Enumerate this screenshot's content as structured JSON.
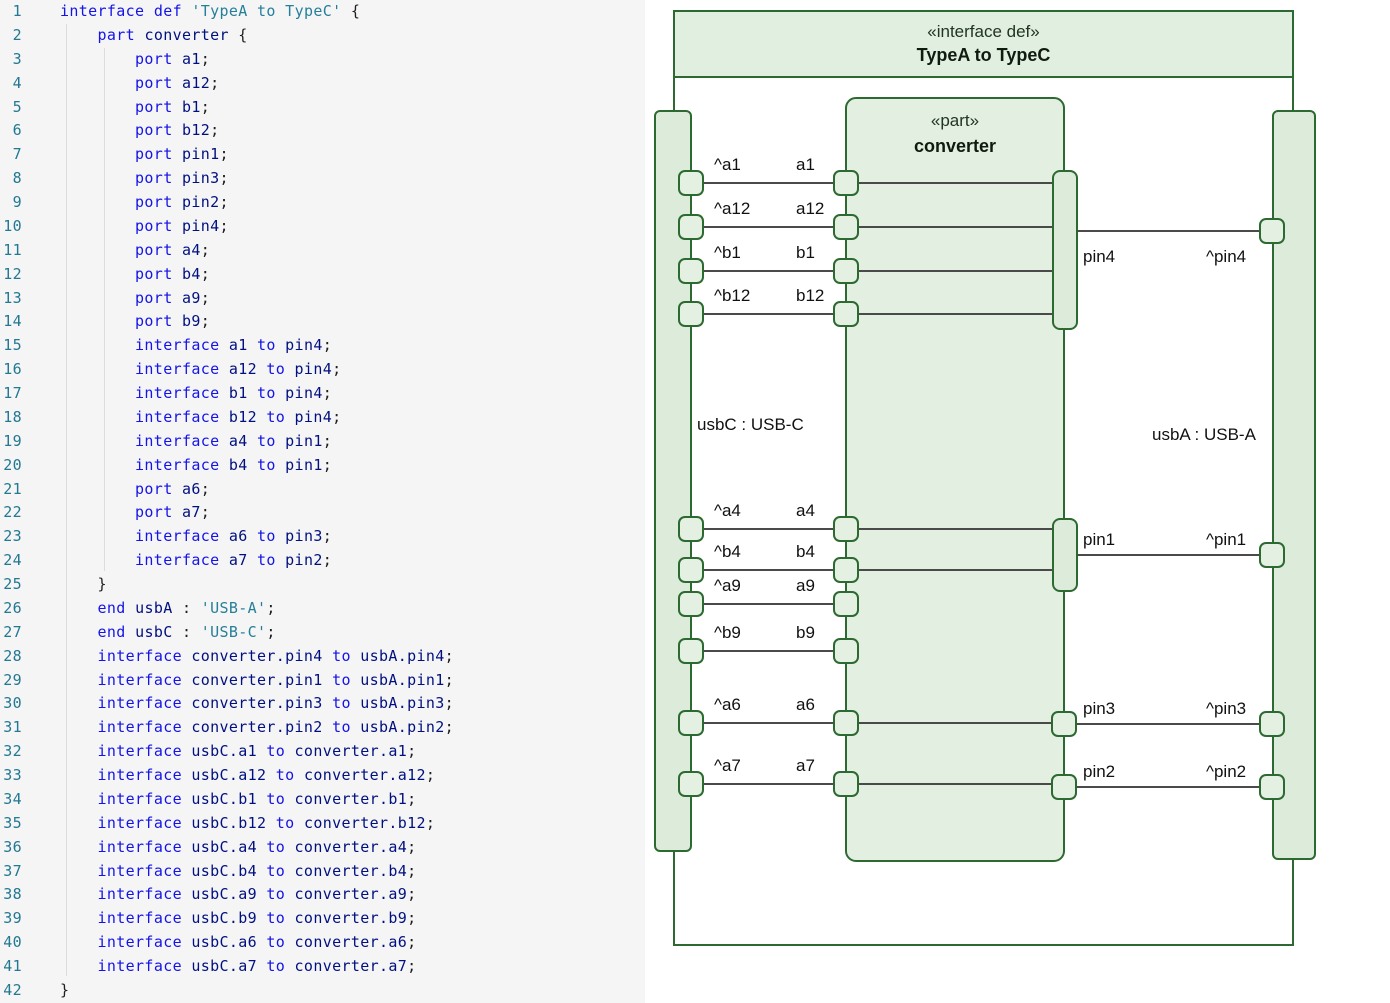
{
  "editor": {
    "language_hint": "sysml-like interface definition",
    "lines": [
      {
        "n": "1",
        "seg": [
          [
            "kw",
            "interface"
          ],
          [
            "pu",
            " "
          ],
          [
            "kw",
            "def"
          ],
          [
            "pu",
            " "
          ],
          [
            "str",
            "'TypeA to TypeC'"
          ],
          [
            "pu",
            " {"
          ]
        ]
      },
      {
        "n": "2",
        "seg": [
          [
            "pu",
            "    "
          ],
          [
            "kw",
            "part"
          ],
          [
            "id",
            " converter"
          ],
          [
            "pu",
            " {"
          ]
        ]
      },
      {
        "n": "3",
        "seg": [
          [
            "pu",
            "        "
          ],
          [
            "kw",
            "port"
          ],
          [
            "id",
            " a1"
          ],
          [
            "pu",
            ";"
          ]
        ]
      },
      {
        "n": "4",
        "seg": [
          [
            "pu",
            "        "
          ],
          [
            "kw",
            "port"
          ],
          [
            "id",
            " a12"
          ],
          [
            "pu",
            ";"
          ]
        ]
      },
      {
        "n": "5",
        "seg": [
          [
            "pu",
            "        "
          ],
          [
            "kw",
            "port"
          ],
          [
            "id",
            " b1"
          ],
          [
            "pu",
            ";"
          ]
        ]
      },
      {
        "n": "6",
        "seg": [
          [
            "pu",
            "        "
          ],
          [
            "kw",
            "port"
          ],
          [
            "id",
            " b12"
          ],
          [
            "pu",
            ";"
          ]
        ]
      },
      {
        "n": "7",
        "seg": [
          [
            "pu",
            "        "
          ],
          [
            "kw",
            "port"
          ],
          [
            "id",
            " pin1"
          ],
          [
            "pu",
            ";"
          ]
        ]
      },
      {
        "n": "8",
        "seg": [
          [
            "pu",
            "        "
          ],
          [
            "kw",
            "port"
          ],
          [
            "id",
            " pin3"
          ],
          [
            "pu",
            ";"
          ]
        ]
      },
      {
        "n": "9",
        "seg": [
          [
            "pu",
            "        "
          ],
          [
            "kw",
            "port"
          ],
          [
            "id",
            " pin2"
          ],
          [
            "pu",
            ";"
          ]
        ]
      },
      {
        "n": "10",
        "seg": [
          [
            "pu",
            "        "
          ],
          [
            "kw",
            "port"
          ],
          [
            "id",
            " pin4"
          ],
          [
            "pu",
            ";"
          ]
        ]
      },
      {
        "n": "11",
        "seg": [
          [
            "pu",
            "        "
          ],
          [
            "kw",
            "port"
          ],
          [
            "id",
            " a4"
          ],
          [
            "pu",
            ";"
          ]
        ]
      },
      {
        "n": "12",
        "seg": [
          [
            "pu",
            "        "
          ],
          [
            "kw",
            "port"
          ],
          [
            "id",
            " b4"
          ],
          [
            "pu",
            ";"
          ]
        ]
      },
      {
        "n": "13",
        "seg": [
          [
            "pu",
            "        "
          ],
          [
            "kw",
            "port"
          ],
          [
            "id",
            " a9"
          ],
          [
            "pu",
            ";"
          ]
        ]
      },
      {
        "n": "14",
        "seg": [
          [
            "pu",
            "        "
          ],
          [
            "kw",
            "port"
          ],
          [
            "id",
            " b9"
          ],
          [
            "pu",
            ";"
          ]
        ]
      },
      {
        "n": "15",
        "seg": [
          [
            "pu",
            "        "
          ],
          [
            "kw",
            "interface"
          ],
          [
            "id",
            " a1"
          ],
          [
            "kw",
            " to"
          ],
          [
            "id",
            " pin4"
          ],
          [
            "pu",
            ";"
          ]
        ]
      },
      {
        "n": "16",
        "seg": [
          [
            "pu",
            "        "
          ],
          [
            "kw",
            "interface"
          ],
          [
            "id",
            " a12"
          ],
          [
            "kw",
            " to"
          ],
          [
            "id",
            " pin4"
          ],
          [
            "pu",
            ";"
          ]
        ]
      },
      {
        "n": "17",
        "seg": [
          [
            "pu",
            "        "
          ],
          [
            "kw",
            "interface"
          ],
          [
            "id",
            " b1"
          ],
          [
            "kw",
            " to"
          ],
          [
            "id",
            " pin4"
          ],
          [
            "pu",
            ";"
          ]
        ]
      },
      {
        "n": "18",
        "seg": [
          [
            "pu",
            "        "
          ],
          [
            "kw",
            "interface"
          ],
          [
            "id",
            " b12"
          ],
          [
            "kw",
            " to"
          ],
          [
            "id",
            " pin4"
          ],
          [
            "pu",
            ";"
          ]
        ]
      },
      {
        "n": "19",
        "seg": [
          [
            "pu",
            "        "
          ],
          [
            "kw",
            "interface"
          ],
          [
            "id",
            " a4"
          ],
          [
            "kw",
            " to"
          ],
          [
            "id",
            " pin1"
          ],
          [
            "pu",
            ";"
          ]
        ]
      },
      {
        "n": "20",
        "seg": [
          [
            "pu",
            "        "
          ],
          [
            "kw",
            "interface"
          ],
          [
            "id",
            " b4"
          ],
          [
            "kw",
            " to"
          ],
          [
            "id",
            " pin1"
          ],
          [
            "pu",
            ";"
          ]
        ]
      },
      {
        "n": "21",
        "seg": [
          [
            "pu",
            "        "
          ],
          [
            "kw",
            "port"
          ],
          [
            "id",
            " a6"
          ],
          [
            "pu",
            ";"
          ]
        ]
      },
      {
        "n": "22",
        "seg": [
          [
            "pu",
            "        "
          ],
          [
            "kw",
            "port"
          ],
          [
            "id",
            " a7"
          ],
          [
            "pu",
            ";"
          ]
        ]
      },
      {
        "n": "23",
        "seg": [
          [
            "pu",
            "        "
          ],
          [
            "kw",
            "interface"
          ],
          [
            "id",
            " a6"
          ],
          [
            "kw",
            " to"
          ],
          [
            "id",
            " pin3"
          ],
          [
            "pu",
            ";"
          ]
        ]
      },
      {
        "n": "24",
        "seg": [
          [
            "pu",
            "        "
          ],
          [
            "kw",
            "interface"
          ],
          [
            "id",
            " a7"
          ],
          [
            "kw",
            " to"
          ],
          [
            "id",
            " pin2"
          ],
          [
            "pu",
            ";"
          ]
        ]
      },
      {
        "n": "25",
        "seg": [
          [
            "pu",
            "    }"
          ]
        ]
      },
      {
        "n": "26",
        "seg": [
          [
            "pu",
            "    "
          ],
          [
            "kw",
            "end"
          ],
          [
            "id",
            " usbA"
          ],
          [
            "pu",
            " : "
          ],
          [
            "str",
            "'USB-A'"
          ],
          [
            "pu",
            ";"
          ]
        ]
      },
      {
        "n": "27",
        "seg": [
          [
            "pu",
            "    "
          ],
          [
            "kw",
            "end"
          ],
          [
            "id",
            " usbC"
          ],
          [
            "pu",
            " : "
          ],
          [
            "str",
            "'USB-C'"
          ],
          [
            "pu",
            ";"
          ]
        ]
      },
      {
        "n": "28",
        "seg": [
          [
            "pu",
            "    "
          ],
          [
            "kw",
            "interface"
          ],
          [
            "id",
            " converter.pin4"
          ],
          [
            "kw",
            " to"
          ],
          [
            "id",
            " usbA.pin4"
          ],
          [
            "pu",
            ";"
          ]
        ]
      },
      {
        "n": "29",
        "seg": [
          [
            "pu",
            "    "
          ],
          [
            "kw",
            "interface"
          ],
          [
            "id",
            " converter.pin1"
          ],
          [
            "kw",
            " to"
          ],
          [
            "id",
            " usbA.pin1"
          ],
          [
            "pu",
            ";"
          ]
        ]
      },
      {
        "n": "30",
        "seg": [
          [
            "pu",
            "    "
          ],
          [
            "kw",
            "interface"
          ],
          [
            "id",
            " converter.pin3"
          ],
          [
            "kw",
            " to"
          ],
          [
            "id",
            " usbA.pin3"
          ],
          [
            "pu",
            ";"
          ]
        ]
      },
      {
        "n": "31",
        "seg": [
          [
            "pu",
            "    "
          ],
          [
            "kw",
            "interface"
          ],
          [
            "id",
            " converter.pin2"
          ],
          [
            "kw",
            " to"
          ],
          [
            "id",
            " usbA.pin2"
          ],
          [
            "pu",
            ";"
          ]
        ]
      },
      {
        "n": "32",
        "seg": [
          [
            "pu",
            "    "
          ],
          [
            "kw",
            "interface"
          ],
          [
            "id",
            " usbC.a1"
          ],
          [
            "kw",
            " to"
          ],
          [
            "id",
            " converter.a1"
          ],
          [
            "pu",
            ";"
          ]
        ]
      },
      {
        "n": "33",
        "seg": [
          [
            "pu",
            "    "
          ],
          [
            "kw",
            "interface"
          ],
          [
            "id",
            " usbC.a12"
          ],
          [
            "kw",
            " to"
          ],
          [
            "id",
            " converter.a12"
          ],
          [
            "pu",
            ";"
          ]
        ]
      },
      {
        "n": "34",
        "seg": [
          [
            "pu",
            "    "
          ],
          [
            "kw",
            "interface"
          ],
          [
            "id",
            " usbC.b1"
          ],
          [
            "kw",
            " to"
          ],
          [
            "id",
            " converter.b1"
          ],
          [
            "pu",
            ";"
          ]
        ]
      },
      {
        "n": "35",
        "seg": [
          [
            "pu",
            "    "
          ],
          [
            "kw",
            "interface"
          ],
          [
            "id",
            " usbC.b12"
          ],
          [
            "kw",
            " to"
          ],
          [
            "id",
            " converter.b12"
          ],
          [
            "pu",
            ";"
          ]
        ]
      },
      {
        "n": "36",
        "seg": [
          [
            "pu",
            "    "
          ],
          [
            "kw",
            "interface"
          ],
          [
            "id",
            " usbC.a4"
          ],
          [
            "kw",
            " to"
          ],
          [
            "id",
            " converter.a4"
          ],
          [
            "pu",
            ";"
          ]
        ]
      },
      {
        "n": "37",
        "seg": [
          [
            "pu",
            "    "
          ],
          [
            "kw",
            "interface"
          ],
          [
            "id",
            " usbC.b4"
          ],
          [
            "kw",
            " to"
          ],
          [
            "id",
            " converter.b4"
          ],
          [
            "pu",
            ";"
          ]
        ]
      },
      {
        "n": "38",
        "seg": [
          [
            "pu",
            "    "
          ],
          [
            "kw",
            "interface"
          ],
          [
            "id",
            " usbC.a9"
          ],
          [
            "kw",
            " to"
          ],
          [
            "id",
            " converter.a9"
          ],
          [
            "pu",
            ";"
          ]
        ]
      },
      {
        "n": "39",
        "seg": [
          [
            "pu",
            "    "
          ],
          [
            "kw",
            "interface"
          ],
          [
            "id",
            " usbC.b9"
          ],
          [
            "kw",
            " to"
          ],
          [
            "id",
            " converter.b9"
          ],
          [
            "pu",
            ";"
          ]
        ]
      },
      {
        "n": "40",
        "seg": [
          [
            "pu",
            "    "
          ],
          [
            "kw",
            "interface"
          ],
          [
            "id",
            " usbC.a6"
          ],
          [
            "kw",
            " to"
          ],
          [
            "id",
            " converter.a6"
          ],
          [
            "pu",
            ";"
          ]
        ]
      },
      {
        "n": "41",
        "seg": [
          [
            "pu",
            "    "
          ],
          [
            "kw",
            "interface"
          ],
          [
            "id",
            " usbC.a7"
          ],
          [
            "kw",
            " to"
          ],
          [
            "id",
            " converter.a7"
          ],
          [
            "pu",
            ";"
          ]
        ]
      },
      {
        "n": "42",
        "seg": [
          [
            "pu",
            "}"
          ]
        ]
      }
    ]
  },
  "diagram": {
    "frame": {
      "stereotype": "«interface def»",
      "name": "TypeA to TypeC"
    },
    "part": {
      "stereotype": "«part»",
      "name": "converter"
    },
    "ends": {
      "left": "usbC : USB-C",
      "right": "usbA : USB-A"
    },
    "usbc_links": [
      {
        "outer": "^a1",
        "inner": "a1"
      },
      {
        "outer": "^a12",
        "inner": "a12"
      },
      {
        "outer": "^b1",
        "inner": "b1"
      },
      {
        "outer": "^b12",
        "inner": "b12"
      },
      {
        "outer": "^a4",
        "inner": "a4"
      },
      {
        "outer": "^b4",
        "inner": "b4"
      },
      {
        "outer": "^a9",
        "inner": "a9"
      },
      {
        "outer": "^b9",
        "inner": "b9"
      },
      {
        "outer": "^a6",
        "inner": "a6"
      },
      {
        "outer": "^a7",
        "inner": "a7"
      }
    ],
    "pin_links": [
      {
        "inner": "pin4",
        "outer": "^pin4"
      },
      {
        "inner": "pin1",
        "outer": "^pin1"
      },
      {
        "inner": "pin3",
        "outer": "^pin3"
      },
      {
        "inner": "pin2",
        "outer": "^pin2"
      }
    ],
    "colors": {
      "box_fill": "#E3F0E1",
      "end_fill": "#DCEBDA",
      "port_fill": "#E4F1E2",
      "border": "#2D6A31",
      "connector": "#4A4A4A"
    }
  }
}
